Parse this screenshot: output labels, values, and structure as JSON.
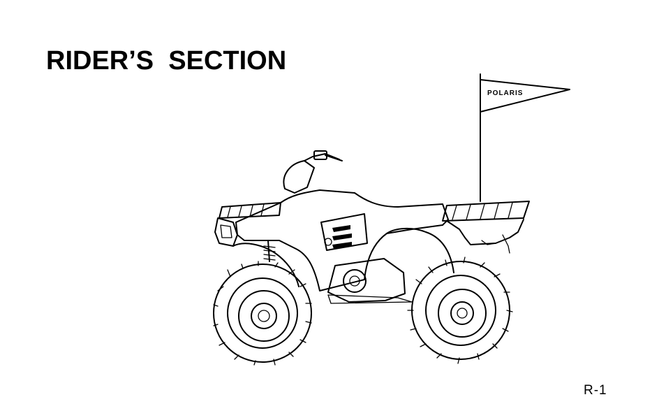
{
  "page": {
    "title": "RIDER’S  SECTION",
    "page_number": "R-1"
  },
  "illustration": {
    "flag_text": "POLARIS",
    "subject_icon": "atv-illustration"
  }
}
